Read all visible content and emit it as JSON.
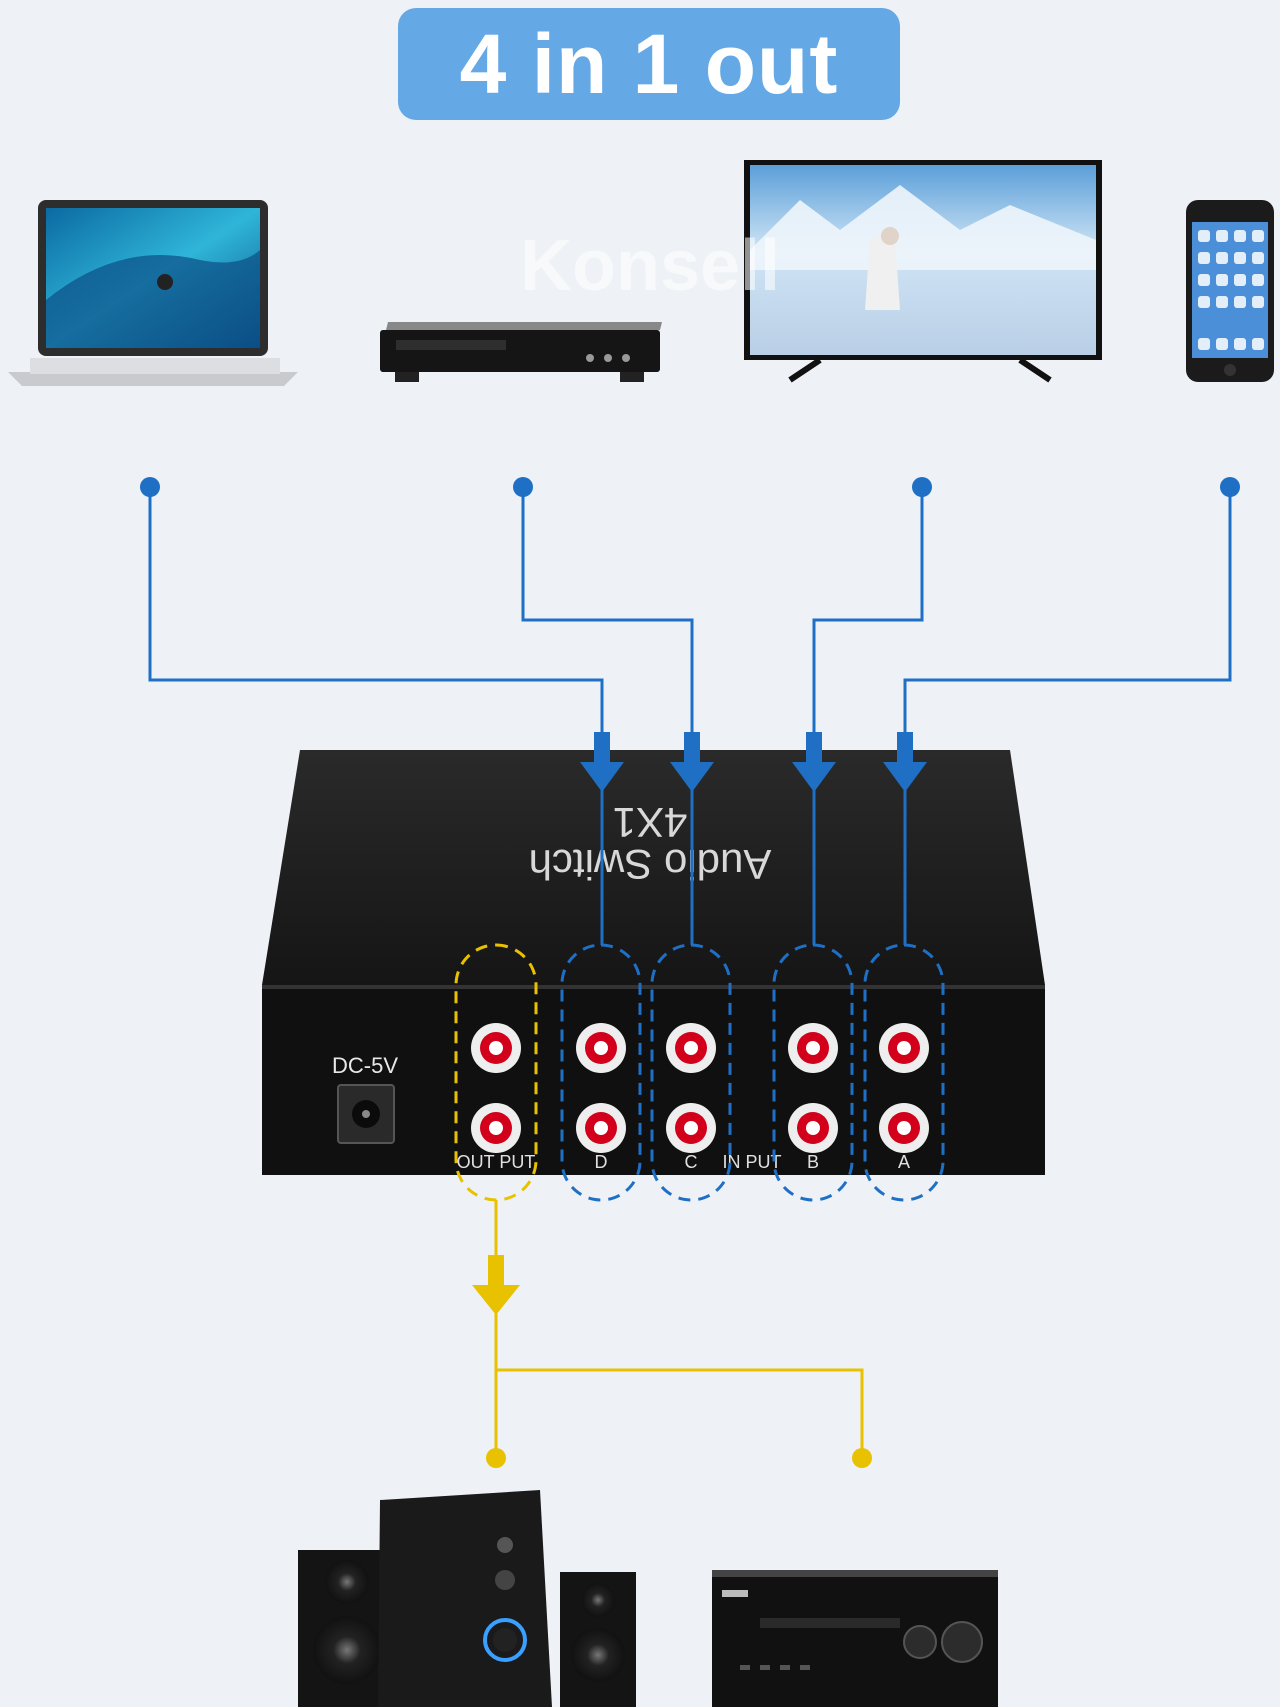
{
  "banner": {
    "title": "4 in 1 out"
  },
  "watermark": {
    "text": "Konsell"
  },
  "switch": {
    "title": "Audio Switch",
    "model": "4X1",
    "power_label": "DC-5V",
    "output_label": "OUT PUT",
    "input_label": "IN PUT",
    "port_letters": [
      "D",
      "C",
      "B",
      "A"
    ]
  },
  "sources": [
    "laptop-icon",
    "dvd-player-icon",
    "tv-icon",
    "smartphone-icon"
  ],
  "outputs": [
    "speaker-system-icon",
    "av-receiver-icon"
  ],
  "colors": {
    "input_line": "#1f6fc4",
    "output_line": "#e8c200",
    "banner": "#64a8e6",
    "device_body": "#1b1b1b",
    "port_red": "#d3001c"
  }
}
